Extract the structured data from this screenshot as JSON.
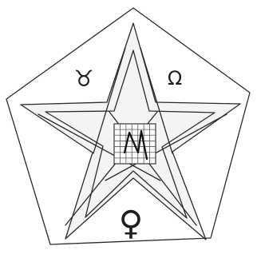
{
  "figure": {
    "symbols": {
      "top_left": "♉",
      "top_right": "Ω",
      "bottom": "♀"
    },
    "colors": {
      "ink": "#2a2a2a",
      "paper": "#ffffff"
    },
    "center_grid": {
      "rows": 7,
      "cols": 7
    }
  }
}
